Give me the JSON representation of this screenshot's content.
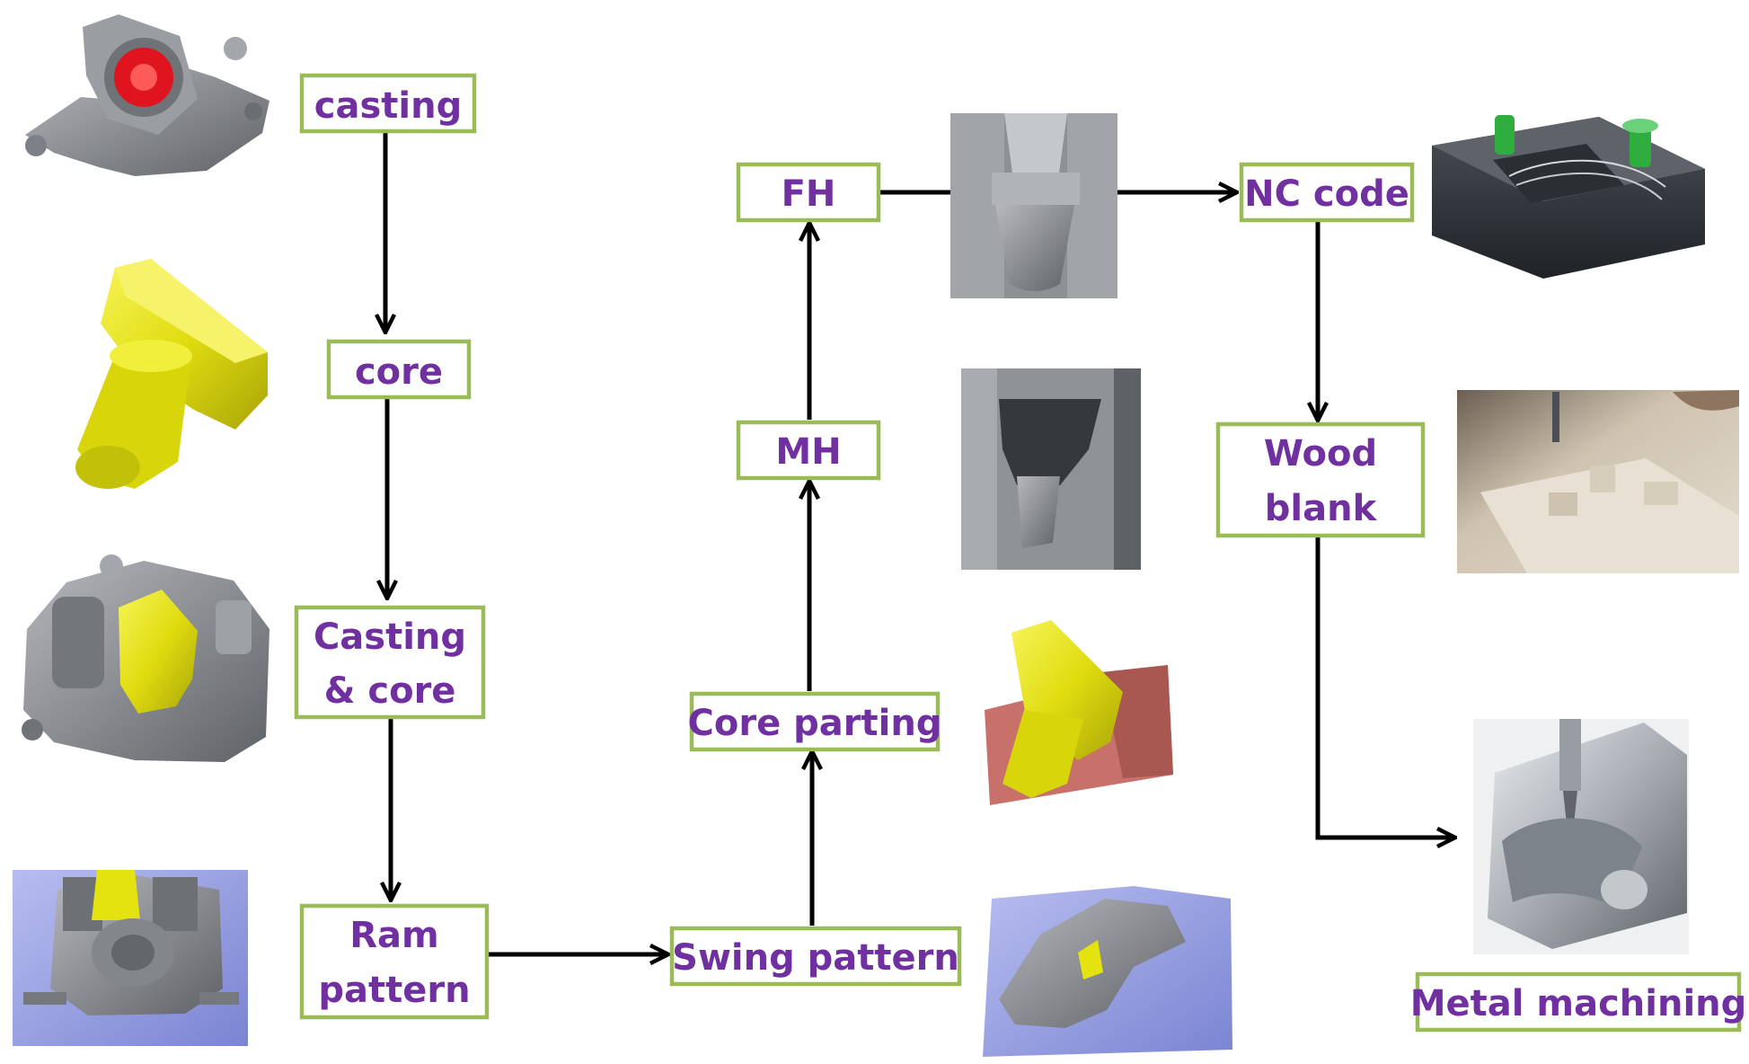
{
  "colors": {
    "box_border": "#9bbb59",
    "box_text": "#7030a0",
    "arrow": "#000000",
    "casting_gray": "#8c8f94",
    "core_yellow": "#e4e20f",
    "cavity_red": "#e0141e",
    "slate_blue": "#8d96dd",
    "mold_pink": "#c8706a",
    "nc_green": "#2fae3f"
  },
  "nodes": {
    "casting": "casting",
    "core": "core",
    "casting_core": [
      "Casting",
      "& core"
    ],
    "ram_pattern": [
      "Ram",
      "pattern"
    ],
    "swing_pattern": "Swing pattern",
    "core_parting": "Core parting",
    "mh": "MH",
    "fh": "FH",
    "nc_code": "NC code",
    "wood_blank": [
      "Wood",
      "blank"
    ],
    "metal_machining": "Metal machining"
  },
  "images": {
    "casting_image": "casting-part-with-red-cavity",
    "core_image": "yellow-core",
    "casting_core_image": "casting-with-core-assembled",
    "ram_pattern_image": "ram-pattern-on-blue-plate",
    "fh_image": "fh-mold-half",
    "mh_image": "mh-mold-half",
    "core_parting_image": "core-on-parting-plane",
    "swing_pattern_image": "swing-pattern-on-blue-plate",
    "nc_code_image": "nc-toolpath-model",
    "wood_blank_image": "wood-blank-machining-photo",
    "metal_machining_image": "metal-milling-photo"
  }
}
